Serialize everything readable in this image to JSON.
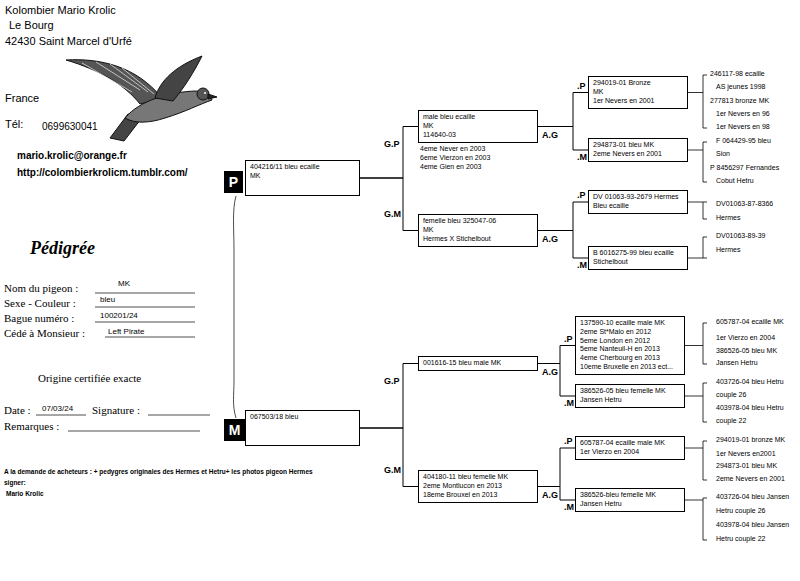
{
  "diagram": {
    "nodes": [
      {
        "text": [
          "P"
        ]
      },
      {
        "text": [
          "404216/11 bleu ecaille",
          "MK"
        ]
      },
      {
        "text": [
          "male bleu ecaille",
          "MK",
          "114640-03"
        ]
      },
      {
        "text": [
          "femelle bleu 325047-06",
          "MK",
          "Hermes X Stichelbout"
        ]
      },
      {
        "text": [
          "294019-01 Bronze",
          "MK",
          "1er Nevers en 2001"
        ]
      },
      {
        "text": [
          "294873-01 bleu MK",
          "2eme Nevers en 2001"
        ]
      },
      {
        "text": [
          "DV 01063-93-2679 Hermes",
          "Bleu ecaille"
        ]
      },
      {
        "text": [
          "B 6016275-99 bleu ecaille",
          "Stichelbout"
        ]
      },
      {
        "text": [
          "M"
        ]
      },
      {
        "text": [
          "067503/18 bleu"
        ]
      },
      {
        "text": [
          "001616-15 bleu male MK"
        ]
      },
      {
        "text": [
          "404180-11 bleu femelle MK",
          "2eme Montlucon en 2013",
          "18eme Brouxel en 2013"
        ]
      },
      {
        "text": [
          "137590-10 ecaille male MK",
          "2eme St*Malo en 2012",
          "5eme London en 2012",
          "5eme Nanteuil-H en 2013",
          "4eme Cherbourg en 2013",
          "10eme Bruxelle en 2013 ect..."
        ]
      },
      {
        "text": [
          "386526-05 bleu femelle MK",
          "Jansen Hetru"
        ]
      },
      {
        "text": [
          "605787-04 ecaille male MK",
          "1er Vierzo en 2004"
        ]
      },
      {
        "text": [
          "386526-bleu femelle MK",
          "Jansen Hetru"
        ]
      }
    ],
    "edges": [
      {
        "from": 1,
        "to": 2,
        "arrow": "none"
      },
      {
        "from": 1,
        "to": 3,
        "arrow": "none"
      },
      {
        "from": 2,
        "to": 4,
        "arrow": "none"
      },
      {
        "from": 2,
        "to": 5,
        "arrow": "none"
      },
      {
        "from": 3,
        "to": 6,
        "arrow": "none"
      },
      {
        "from": 3,
        "to": 7,
        "arrow": "none"
      },
      {
        "from": 9,
        "to": 10,
        "arrow": "none"
      },
      {
        "from": 9,
        "to": 11,
        "arrow": "none"
      },
      {
        "from": 10,
        "to": 12,
        "arrow": "none"
      },
      {
        "from": 10,
        "to": 13,
        "arrow": "none"
      },
      {
        "from": 11,
        "to": 14,
        "arrow": "none"
      },
      {
        "from": 11,
        "to": 15,
        "arrow": "none"
      }
    ],
    "labels": [
      "Kolombier Mario Krolic",
      "Le Bourg",
      "42430 Saint Marcel d'Urfé",
      "France",
      "Tél:",
      "0699630041",
      "mario.krolic@orange.fr",
      "http://colombierkrolicm.tumblr.com/",
      "Pédigrée",
      "Nom du pigeon :",
      "MK",
      "Sexe - Couleur :",
      "bleu",
      "Bague numéro :",
      "100201/24",
      "Cédé à Monsieur :",
      "Left Pirate",
      "Origine certifiée exacte",
      "Date :",
      "07/03/24",
      "Signature :",
      "Remarques :",
      "G.P",
      "4eme Never en 2003",
      "6eme Vierzon en 2003",
      "4eme Gien en 2003",
      "G.M",
      "A.G",
      ".P",
      ".M",
      "A.G",
      ".P",
      ".M",
      "246117-98 ecaille",
      "AS jeunes 1998",
      "277813 bronze MK",
      "1er Nevers en 96",
      "1er Nevers en 98",
      "F 064429-95 bleu",
      "Sion",
      "P 8456297 Fernandes",
      "Cobut Hetru",
      "DV01063-87-8366",
      "Hermes",
      "DV01063-89-39",
      "Hermes",
      "G.P",
      "G.M",
      "A.G",
      ".P",
      ".M",
      "A.G",
      ".P",
      ".M",
      "605787-04 ecaille MK",
      "1er Vierzo en 2004",
      "386526-05 bleu MK",
      "Jansen Hetru",
      "403726-04 bleu Hetru",
      "couple 26",
      "403978-04 bleu Hetru",
      "couple 22",
      "294019-01 bronze MK",
      "1er Nevers en2001",
      "294873-01 bleu MK",
      "2eme Nevers en 2001",
      "403726-04 bleu Jansen",
      "Hetru couple 26",
      "403978-04 bleu Jansen",
      "Hetru couple 22",
      "A la demande de acheteurs : + pedygres originales des Hermes et Hetru+ les photos pigeon Hermes",
      "signer:",
      "Mario Krolic"
    ]
  }
}
